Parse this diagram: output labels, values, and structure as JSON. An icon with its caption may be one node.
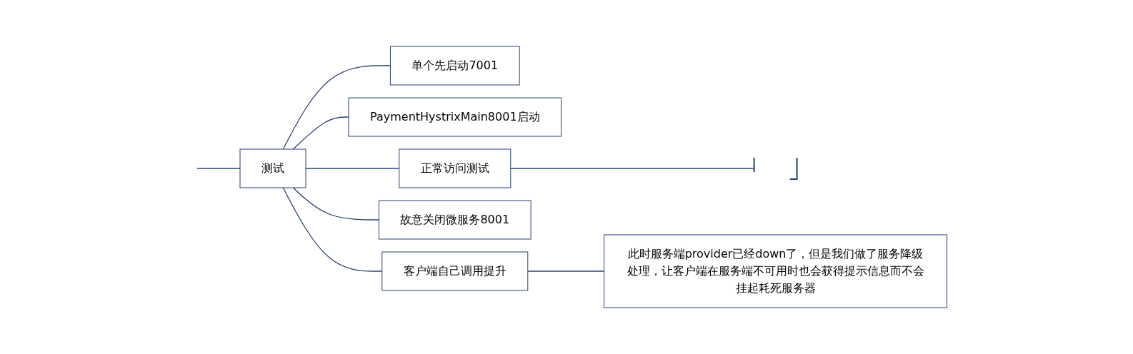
{
  "diagram": {
    "nodes": [
      {
        "text": [
          "测试"
        ]
      },
      {
        "text": [
          "单个先启动7001"
        ]
      },
      {
        "text": [
          "PaymentHystrixMain8001启动"
        ]
      },
      {
        "text": [
          "正常访问测试"
        ]
      },
      {
        "text": [],
        "shape": "line"
      },
      {
        "text": [
          "故意关闭微服务8001"
        ]
      },
      {
        "text": [
          "客户端自己调用提升"
        ]
      },
      {
        "text": [
          "此时服务端provider已经down了，但是我们做了服务降级处理，让客户端在服务端不可用时也会获得提示信息而不会挂起耗死服务器"
        ]
      }
    ],
    "edges": [
      {
        "from": null,
        "to": 0,
        "arrow": "none"
      },
      {
        "from": 0,
        "to": 1,
        "arrow": "none"
      },
      {
        "from": 0,
        "to": 2,
        "arrow": "none"
      },
      {
        "from": 0,
        "to": 3,
        "arrow": "none"
      },
      {
        "from": 3,
        "to": 4,
        "arrow": "none"
      },
      {
        "from": 0,
        "to": 5,
        "arrow": "none"
      },
      {
        "from": 0,
        "to": 6,
        "arrow": "none"
      },
      {
        "from": 6,
        "to": 7,
        "arrow": "none"
      }
    ]
  }
}
